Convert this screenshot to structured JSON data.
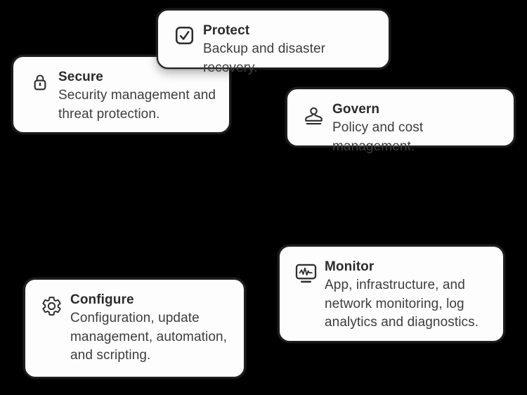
{
  "page": {
    "background_color": "#000000",
    "card_background_color": "#fdfdfd",
    "card_border_color": "#1e1e1e",
    "title_color": "#2b2b2b",
    "description_color": "#3d3d3d"
  },
  "cards": [
    {
      "id": "protect",
      "icon": "checkbox-check-icon",
      "title": "Protect",
      "desc": "Backup and disaster recovery."
    },
    {
      "id": "secure",
      "icon": "lock-icon",
      "title": "Secure",
      "desc": "Security management and\nthreat protection."
    },
    {
      "id": "govern",
      "icon": "stamp-icon",
      "title": "Govern",
      "desc": "Policy and cost management."
    },
    {
      "id": "monitor",
      "icon": "monitor-pulse-icon",
      "title": "Monitor",
      "desc": "App, infrastructure, and\nnetwork monitoring, log\nanalytics and diagnostics."
    },
    {
      "id": "configure",
      "icon": "gear-icon",
      "title": "Configure",
      "desc": "Configuration, update\nmanagement, automation,\nand scripting."
    }
  ]
}
